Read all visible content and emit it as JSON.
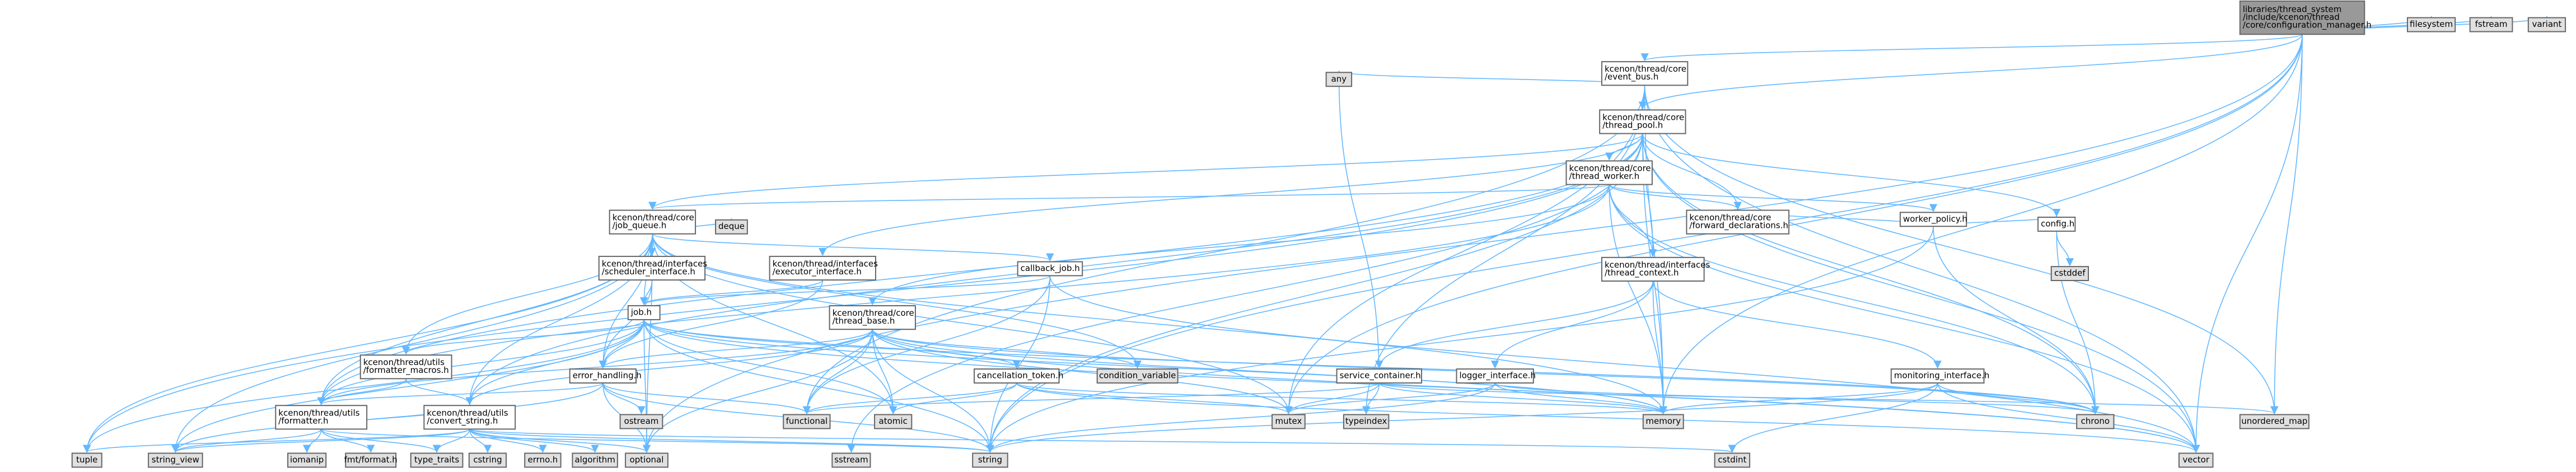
{
  "graph": {
    "title": "libraries/thread_system/include/kcenon/thread/core/configuration_manager.h",
    "colors": {
      "root_fill": "#999999",
      "header_fill": "#ffffff",
      "system_fill": "#e0e0e0",
      "error_fill": "#ffffff",
      "error_stroke": "#ff0000",
      "edge": "#63b8ff"
    },
    "nodes": [
      {
        "id": "root",
        "kind": "root",
        "lines": [
          "libraries/thread_system",
          "/include/kcenon/thread",
          "/core/configuration_manager.h"
        ]
      },
      {
        "id": "event_bus",
        "kind": "header",
        "lines": [
          "kcenon/thread/core",
          "/event_bus.h"
        ]
      },
      {
        "id": "filesystem",
        "kind": "system",
        "lines": [
          "filesystem"
        ]
      },
      {
        "id": "fstream",
        "kind": "system",
        "lines": [
          "fstream"
        ]
      },
      {
        "id": "variant",
        "kind": "system",
        "lines": [
          "variant"
        ]
      },
      {
        "id": "any",
        "kind": "system",
        "lines": [
          "any"
        ]
      },
      {
        "id": "thread_pool",
        "kind": "header",
        "lines": [
          "kcenon/thread/core",
          "/thread_pool.h"
        ]
      },
      {
        "id": "thread_worker",
        "kind": "header",
        "lines": [
          "kcenon/thread/core",
          "/thread_worker.h"
        ]
      },
      {
        "id": "job_queue",
        "kind": "header",
        "lines": [
          "kcenon/thread/core",
          "/job_queue.h"
        ]
      },
      {
        "id": "deque",
        "kind": "system",
        "lines": [
          "deque"
        ]
      },
      {
        "id": "worker_policy",
        "kind": "header",
        "lines": [
          "worker_policy.h"
        ]
      },
      {
        "id": "config",
        "kind": "header",
        "lines": [
          "config.h"
        ]
      },
      {
        "id": "cstddef",
        "kind": "system",
        "lines": [
          "cstddef"
        ]
      },
      {
        "id": "forward_decl",
        "kind": "header",
        "lines": [
          "kcenon/thread/core",
          "/forward_declarations.h"
        ]
      },
      {
        "id": "sched_iface",
        "kind": "header",
        "lines": [
          "kcenon/thread/interfaces",
          "/scheduler_interface.h"
        ]
      },
      {
        "id": "exec_iface",
        "kind": "header",
        "lines": [
          "kcenon/thread/interfaces",
          "/executor_interface.h"
        ]
      },
      {
        "id": "callback_job",
        "kind": "header",
        "lines": [
          "callback_job.h"
        ]
      },
      {
        "id": "thread_context",
        "kind": "header",
        "lines": [
          "kcenon/thread/interfaces",
          "/thread_context.h"
        ]
      },
      {
        "id": "job",
        "kind": "header",
        "lines": [
          "job.h"
        ]
      },
      {
        "id": "thread_base",
        "kind": "error",
        "lines": [
          "kcenon/thread/core",
          "/thread_base.h"
        ]
      },
      {
        "id": "formatter_macros",
        "kind": "header",
        "lines": [
          "kcenon/thread/utils",
          "/formatter_macros.h"
        ]
      },
      {
        "id": "error_handling",
        "kind": "error",
        "lines": [
          "error_handling.h"
        ]
      },
      {
        "id": "cancellation_token",
        "kind": "header",
        "lines": [
          "cancellation_token.h"
        ]
      },
      {
        "id": "condition_variable",
        "kind": "system",
        "lines": [
          "condition_variable"
        ]
      },
      {
        "id": "service_container",
        "kind": "header",
        "lines": [
          "service_container.h"
        ]
      },
      {
        "id": "logger_iface",
        "kind": "header",
        "lines": [
          "logger_interface.h"
        ]
      },
      {
        "id": "monitoring_iface",
        "kind": "header",
        "lines": [
          "monitoring_interface.h"
        ]
      },
      {
        "id": "ostream",
        "kind": "system",
        "lines": [
          "ostream"
        ]
      },
      {
        "id": "formatter",
        "kind": "header",
        "lines": [
          "kcenon/thread/utils",
          "/formatter.h"
        ]
      },
      {
        "id": "convert_string",
        "kind": "header",
        "lines": [
          "kcenon/thread/utils",
          "/convert_string.h"
        ]
      },
      {
        "id": "functional",
        "kind": "system",
        "lines": [
          "functional"
        ]
      },
      {
        "id": "atomic",
        "kind": "system",
        "lines": [
          "atomic"
        ]
      },
      {
        "id": "mutex",
        "kind": "system",
        "lines": [
          "mutex"
        ]
      },
      {
        "id": "typeindex",
        "kind": "system",
        "lines": [
          "typeindex"
        ]
      },
      {
        "id": "memory",
        "kind": "system",
        "lines": [
          "memory"
        ]
      },
      {
        "id": "chrono",
        "kind": "system",
        "lines": [
          "chrono"
        ]
      },
      {
        "id": "unordered_map",
        "kind": "system",
        "lines": [
          "unordered_map"
        ]
      },
      {
        "id": "tuple",
        "kind": "system",
        "lines": [
          "tuple"
        ]
      },
      {
        "id": "string_view",
        "kind": "system",
        "lines": [
          "string_view"
        ]
      },
      {
        "id": "iomanip",
        "kind": "system",
        "lines": [
          "iomanip"
        ]
      },
      {
        "id": "fmt_format",
        "kind": "system",
        "lines": [
          "fmt/format.h"
        ]
      },
      {
        "id": "type_traits",
        "kind": "system",
        "lines": [
          "type_traits"
        ]
      },
      {
        "id": "cstring",
        "kind": "system",
        "lines": [
          "cstring"
        ]
      },
      {
        "id": "errno",
        "kind": "system",
        "lines": [
          "errno.h"
        ]
      },
      {
        "id": "algorithm",
        "kind": "system",
        "lines": [
          "algorithm"
        ]
      },
      {
        "id": "optional",
        "kind": "system",
        "lines": [
          "optional"
        ]
      },
      {
        "id": "string",
        "kind": "system",
        "lines": [
          "string"
        ]
      },
      {
        "id": "sstream",
        "kind": "system",
        "lines": [
          "sstream"
        ]
      },
      {
        "id": "cstdint",
        "kind": "system",
        "lines": [
          "cstdint"
        ]
      },
      {
        "id": "vector",
        "kind": "system",
        "lines": [
          "vector"
        ]
      }
    ],
    "edges": [
      [
        "root",
        "event_bus"
      ],
      [
        "root",
        "filesystem"
      ],
      [
        "root",
        "fstream"
      ],
      [
        "root",
        "variant"
      ],
      [
        "root",
        "mutex"
      ],
      [
        "root",
        "memory"
      ],
      [
        "root",
        "unordered_map"
      ],
      [
        "root",
        "vector"
      ],
      [
        "root",
        "string"
      ],
      [
        "root",
        "optional"
      ],
      [
        "root",
        "thread_pool"
      ],
      [
        "event_bus",
        "any"
      ],
      [
        "event_bus",
        "thread_pool"
      ],
      [
        "event_bus",
        "mutex"
      ],
      [
        "event_bus",
        "memory"
      ],
      [
        "event_bus",
        "typeindex"
      ],
      [
        "event_bus",
        "unordered_map"
      ],
      [
        "event_bus",
        "vector"
      ],
      [
        "event_bus",
        "functional"
      ],
      [
        "thread_pool",
        "thread_worker"
      ],
      [
        "thread_pool",
        "job_queue"
      ],
      [
        "thread_pool",
        "forward_decl"
      ],
      [
        "thread_pool",
        "config"
      ],
      [
        "thread_pool",
        "exec_iface"
      ],
      [
        "thread_pool",
        "thread_context"
      ],
      [
        "thread_pool",
        "memory"
      ],
      [
        "thread_pool",
        "vector"
      ],
      [
        "thread_pool",
        "chrono"
      ],
      [
        "thread_pool",
        "tuple"
      ],
      [
        "thread_pool",
        "string"
      ],
      [
        "thread_pool",
        "formatter"
      ],
      [
        "thread_pool",
        "convert_string"
      ],
      [
        "thread_pool",
        "sstream"
      ],
      [
        "thread_worker",
        "job_queue"
      ],
      [
        "thread_worker",
        "worker_policy"
      ],
      [
        "thread_worker",
        "forward_decl"
      ],
      [
        "thread_worker",
        "thread_context"
      ],
      [
        "thread_worker",
        "thread_base"
      ],
      [
        "thread_worker",
        "memory"
      ],
      [
        "thread_worker",
        "vector"
      ],
      [
        "thread_worker",
        "chrono"
      ],
      [
        "thread_worker",
        "formatter"
      ],
      [
        "job_queue",
        "deque"
      ],
      [
        "job_queue",
        "sched_iface"
      ],
      [
        "job_queue",
        "callback_job"
      ],
      [
        "job_queue",
        "job"
      ],
      [
        "job_queue",
        "error_handling"
      ],
      [
        "job_queue",
        "formatter_macros"
      ],
      [
        "job_queue",
        "formatter"
      ],
      [
        "job_queue",
        "condition_variable"
      ],
      [
        "job_queue",
        "mutex"
      ],
      [
        "job_queue",
        "atomic"
      ],
      [
        "job_queue",
        "optional"
      ],
      [
        "job_queue",
        "tuple"
      ],
      [
        "job_queue",
        "string_view"
      ],
      [
        "job_queue",
        "memory"
      ],
      [
        "job_queue",
        "convert_string"
      ],
      [
        "worker_policy",
        "config"
      ],
      [
        "worker_policy",
        "forward_decl"
      ],
      [
        "worker_policy",
        "chrono"
      ],
      [
        "worker_policy",
        "string"
      ],
      [
        "config",
        "cstddef"
      ],
      [
        "config",
        "chrono"
      ],
      [
        "sched_iface",
        "job"
      ],
      [
        "sched_iface",
        "error_handling"
      ],
      [
        "exec_iface",
        "job"
      ],
      [
        "exec_iface",
        "error_handling"
      ],
      [
        "callback_job",
        "job"
      ],
      [
        "callback_job",
        "functional"
      ],
      [
        "callback_job",
        "string"
      ],
      [
        "callback_job",
        "vector"
      ],
      [
        "thread_context",
        "service_container"
      ],
      [
        "thread_context",
        "logger_iface"
      ],
      [
        "thread_context",
        "monitoring_iface"
      ],
      [
        "thread_context",
        "memory"
      ],
      [
        "job",
        "error_handling"
      ],
      [
        "job",
        "cancellation_token"
      ],
      [
        "job",
        "formatter_macros"
      ],
      [
        "job",
        "formatter"
      ],
      [
        "job",
        "convert_string"
      ],
      [
        "job",
        "memory"
      ],
      [
        "job",
        "chrono"
      ],
      [
        "job",
        "string"
      ],
      [
        "job",
        "string_view"
      ],
      [
        "job",
        "vector"
      ],
      [
        "job",
        "tuple"
      ],
      [
        "job",
        "atomic"
      ],
      [
        "job",
        "optional"
      ],
      [
        "thread_base",
        "error_handling"
      ],
      [
        "thread_base",
        "formatter"
      ],
      [
        "thread_base",
        "convert_string"
      ],
      [
        "thread_base",
        "condition_variable"
      ],
      [
        "thread_base",
        "atomic"
      ],
      [
        "thread_base",
        "mutex"
      ],
      [
        "thread_base",
        "memory"
      ],
      [
        "thread_base",
        "chrono"
      ],
      [
        "thread_base",
        "optional"
      ],
      [
        "thread_base",
        "string"
      ],
      [
        "thread_base",
        "functional"
      ],
      [
        "thread_base",
        "vector"
      ],
      [
        "formatter_macros",
        "formatter"
      ],
      [
        "formatter_macros",
        "convert_string"
      ],
      [
        "error_handling",
        "ostream"
      ],
      [
        "error_handling",
        "optional"
      ],
      [
        "error_handling",
        "string"
      ],
      [
        "error_handling",
        "string_view"
      ],
      [
        "error_handling",
        "functional"
      ],
      [
        "error_handling",
        "formatter"
      ],
      [
        "cancellation_token",
        "atomic"
      ],
      [
        "cancellation_token",
        "mutex"
      ],
      [
        "cancellation_token",
        "functional"
      ],
      [
        "cancellation_token",
        "memory"
      ],
      [
        "cancellation_token",
        "vector"
      ],
      [
        "service_container",
        "mutex"
      ],
      [
        "service_container",
        "typeindex"
      ],
      [
        "service_container",
        "memory"
      ],
      [
        "service_container",
        "any"
      ],
      [
        "service_container",
        "functional"
      ],
      [
        "service_container",
        "unordered_map"
      ],
      [
        "logger_iface",
        "memory"
      ],
      [
        "logger_iface",
        "string"
      ],
      [
        "logger_iface",
        "mutex"
      ],
      [
        "logger_iface",
        "chrono"
      ],
      [
        "monitoring_iface",
        "memory"
      ],
      [
        "monitoring_iface",
        "chrono"
      ],
      [
        "monitoring_iface",
        "vector"
      ],
      [
        "monitoring_iface",
        "string"
      ],
      [
        "monitoring_iface",
        "cstdint"
      ],
      [
        "formatter",
        "iomanip"
      ],
      [
        "formatter",
        "fmt_format"
      ],
      [
        "formatter",
        "type_traits"
      ],
      [
        "formatter",
        "string_view"
      ],
      [
        "formatter",
        "string"
      ],
      [
        "formatter",
        "convert_string"
      ],
      [
        "convert_string",
        "cstring"
      ],
      [
        "convert_string",
        "errno"
      ],
      [
        "convert_string",
        "algorithm"
      ],
      [
        "convert_string",
        "optional"
      ],
      [
        "convert_string",
        "string"
      ],
      [
        "convert_string",
        "string_view"
      ],
      [
        "convert_string",
        "tuple"
      ],
      [
        "convert_string",
        "type_traits"
      ],
      [
        "convert_string",
        "cstdint"
      ]
    ]
  }
}
